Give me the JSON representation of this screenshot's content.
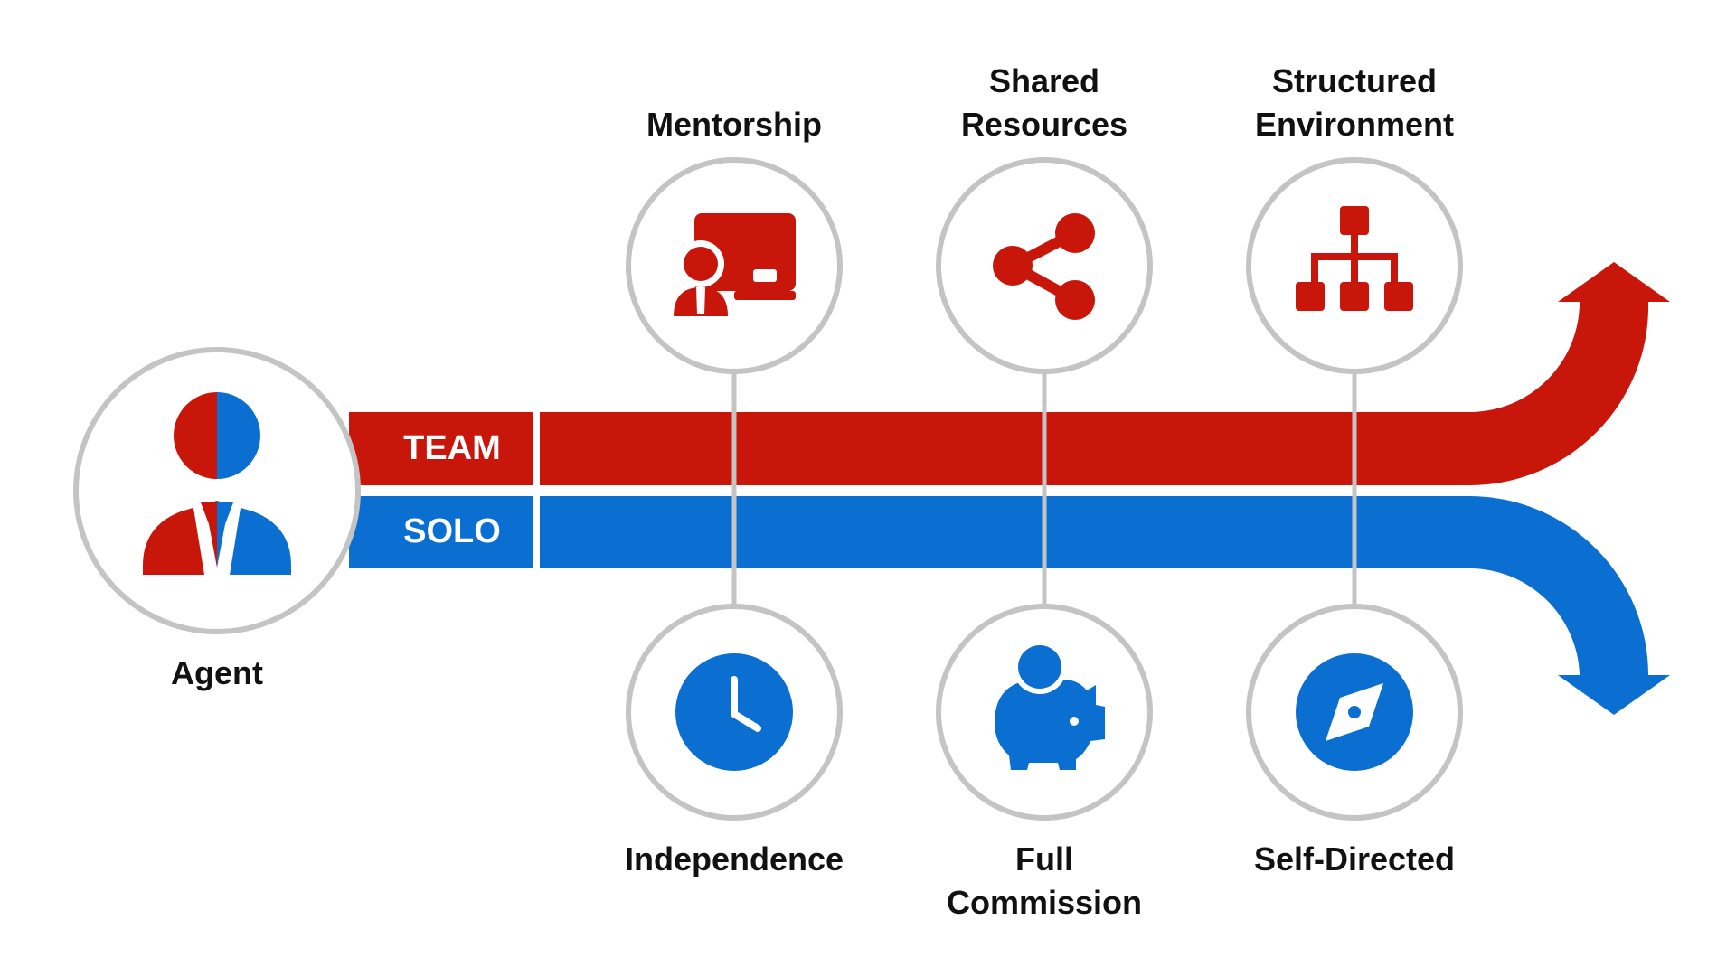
{
  "colors": {
    "team": "#C8160B",
    "solo": "#0A6FD1",
    "ring": "#C4C4C4",
    "text": "#111111"
  },
  "agent": {
    "label": "Agent",
    "icon": "agent-icon"
  },
  "bands": {
    "team_label": "TEAM",
    "solo_label": "SOLO"
  },
  "team_items": [
    {
      "label_lines": [
        "Mentorship"
      ],
      "icon": "mentor-board-icon"
    },
    {
      "label_lines": [
        "Shared",
        "Resources"
      ],
      "icon": "share-icon"
    },
    {
      "label_lines": [
        "Structured",
        "Environment"
      ],
      "icon": "hierarchy-icon"
    }
  ],
  "solo_items": [
    {
      "label_lines": [
        "Independence"
      ],
      "icon": "clock-icon"
    },
    {
      "label_lines": [
        "Full",
        "Commission"
      ],
      "icon": "piggy-bank-icon"
    },
    {
      "label_lines": [
        "Self-Directed"
      ],
      "icon": "compass-icon"
    }
  ]
}
